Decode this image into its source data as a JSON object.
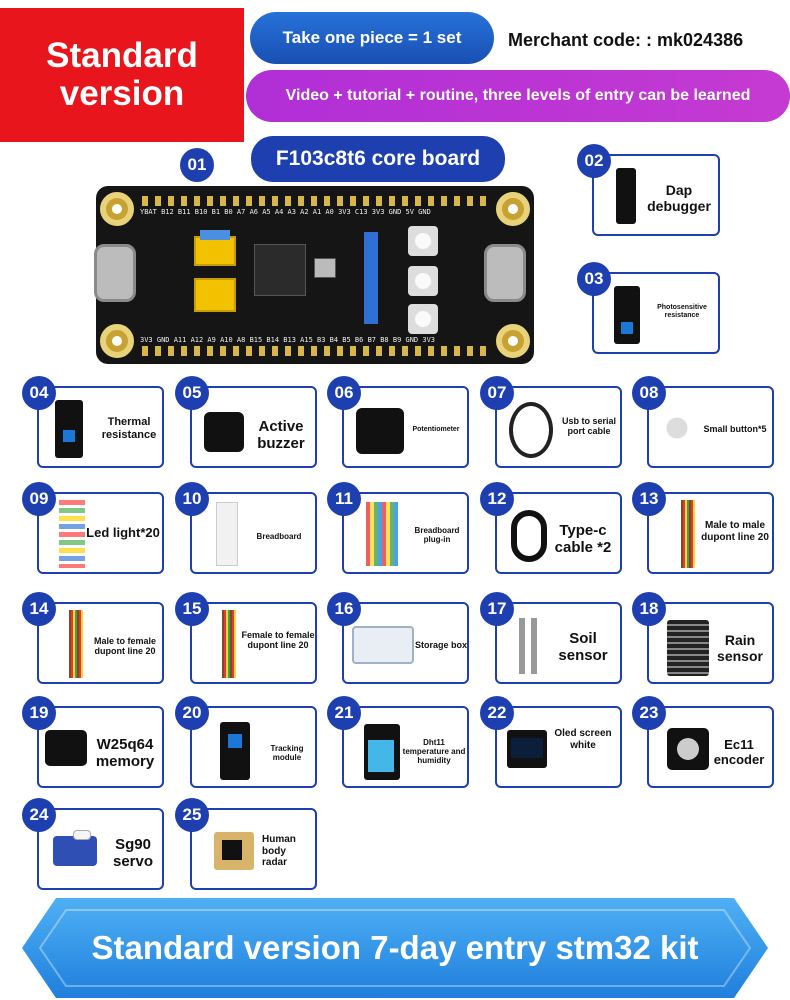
{
  "header": {
    "standard_label": "Standard version",
    "set_label": "Take one piece = 1 set",
    "merchant": "Merchant code: : mk024386",
    "promo": "Video + tutorial + routine, three levels of entry can be learned",
    "board_title": "F103c8t6 core board"
  },
  "board": {
    "number": "01",
    "top_silk": "YBAT B12 B11 B10 B1 B0 A7 A6 A5 A4 A3 A2 A1 A0 3V3 C13 3V3 GND 5V GND",
    "bottom_silk": "3V3 GND A11 A12 A9 A10 A8 B15 B14 B13 A15 B3 B4 B5 B6 B7 B8 B9 GND 3V3"
  },
  "items": [
    {
      "num": "02",
      "label": "Dap debugger"
    },
    {
      "num": "03",
      "label": "Photosensitive resistance"
    },
    {
      "num": "04",
      "label": "Thermal resistance"
    },
    {
      "num": "05",
      "label": "Active buzzer"
    },
    {
      "num": "06",
      "label": "Potentiometer"
    },
    {
      "num": "07",
      "label": "Usb to serial port cable"
    },
    {
      "num": "08",
      "label": "Small button*5"
    },
    {
      "num": "09",
      "label": "Led light*20"
    },
    {
      "num": "10",
      "label": "Breadboard"
    },
    {
      "num": "11",
      "label": "Breadboard plug-in"
    },
    {
      "num": "12",
      "label": "Type-c cable *2"
    },
    {
      "num": "13",
      "label": "Male to male dupont line 20"
    },
    {
      "num": "14",
      "label": "Male to female dupont line 20"
    },
    {
      "num": "15",
      "label": "Female to female dupont line 20"
    },
    {
      "num": "16",
      "label": "Storage box"
    },
    {
      "num": "17",
      "label": "Soil sensor"
    },
    {
      "num": "18",
      "label": "Rain sensor"
    },
    {
      "num": "19",
      "label": "W25q64 memory"
    },
    {
      "num": "20",
      "label": "Tracking module"
    },
    {
      "num": "21",
      "label": "Dht11 temperature and humidity"
    },
    {
      "num": "22",
      "label": "Oled screen white"
    },
    {
      "num": "23",
      "label": "Ec11 encoder"
    },
    {
      "num": "24",
      "label": "Sg90 servo"
    },
    {
      "num": "25",
      "label": "Human body radar"
    }
  ],
  "footer": {
    "banner": "Standard version 7-day entry stm32 kit"
  },
  "colors": {
    "red": "#e8161c",
    "blue": "#1d3fb0",
    "purple": "#c53ad2",
    "banner_blue": "#2a8fe6"
  }
}
